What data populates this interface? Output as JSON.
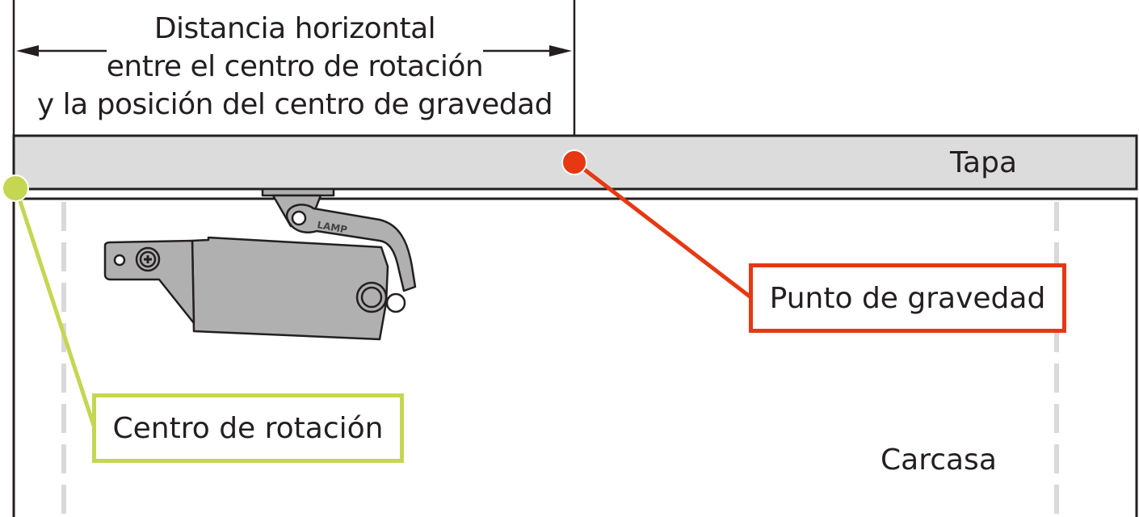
{
  "diagram": {
    "dimension_label": {
      "lines": [
        "Distancia horizontal",
        "entre el centro de rotación",
        "y la posición del centro de gravedad"
      ]
    },
    "parts": {
      "lid": "Tapa",
      "cabinet": "Carcasa"
    },
    "callouts": {
      "gravity_point": "Punto de gravedad",
      "rotation_center": "Centro de rotación"
    },
    "hinge_brand": "LAMP",
    "colors": {
      "lid_fill": "#dcdcdc",
      "outline": "#231f20",
      "gravity_accent": "#e63812",
      "rotation_accent": "#c5d652",
      "hinge_fill": "#b0b0b0",
      "dash_guide": "#d9d9d9"
    }
  }
}
